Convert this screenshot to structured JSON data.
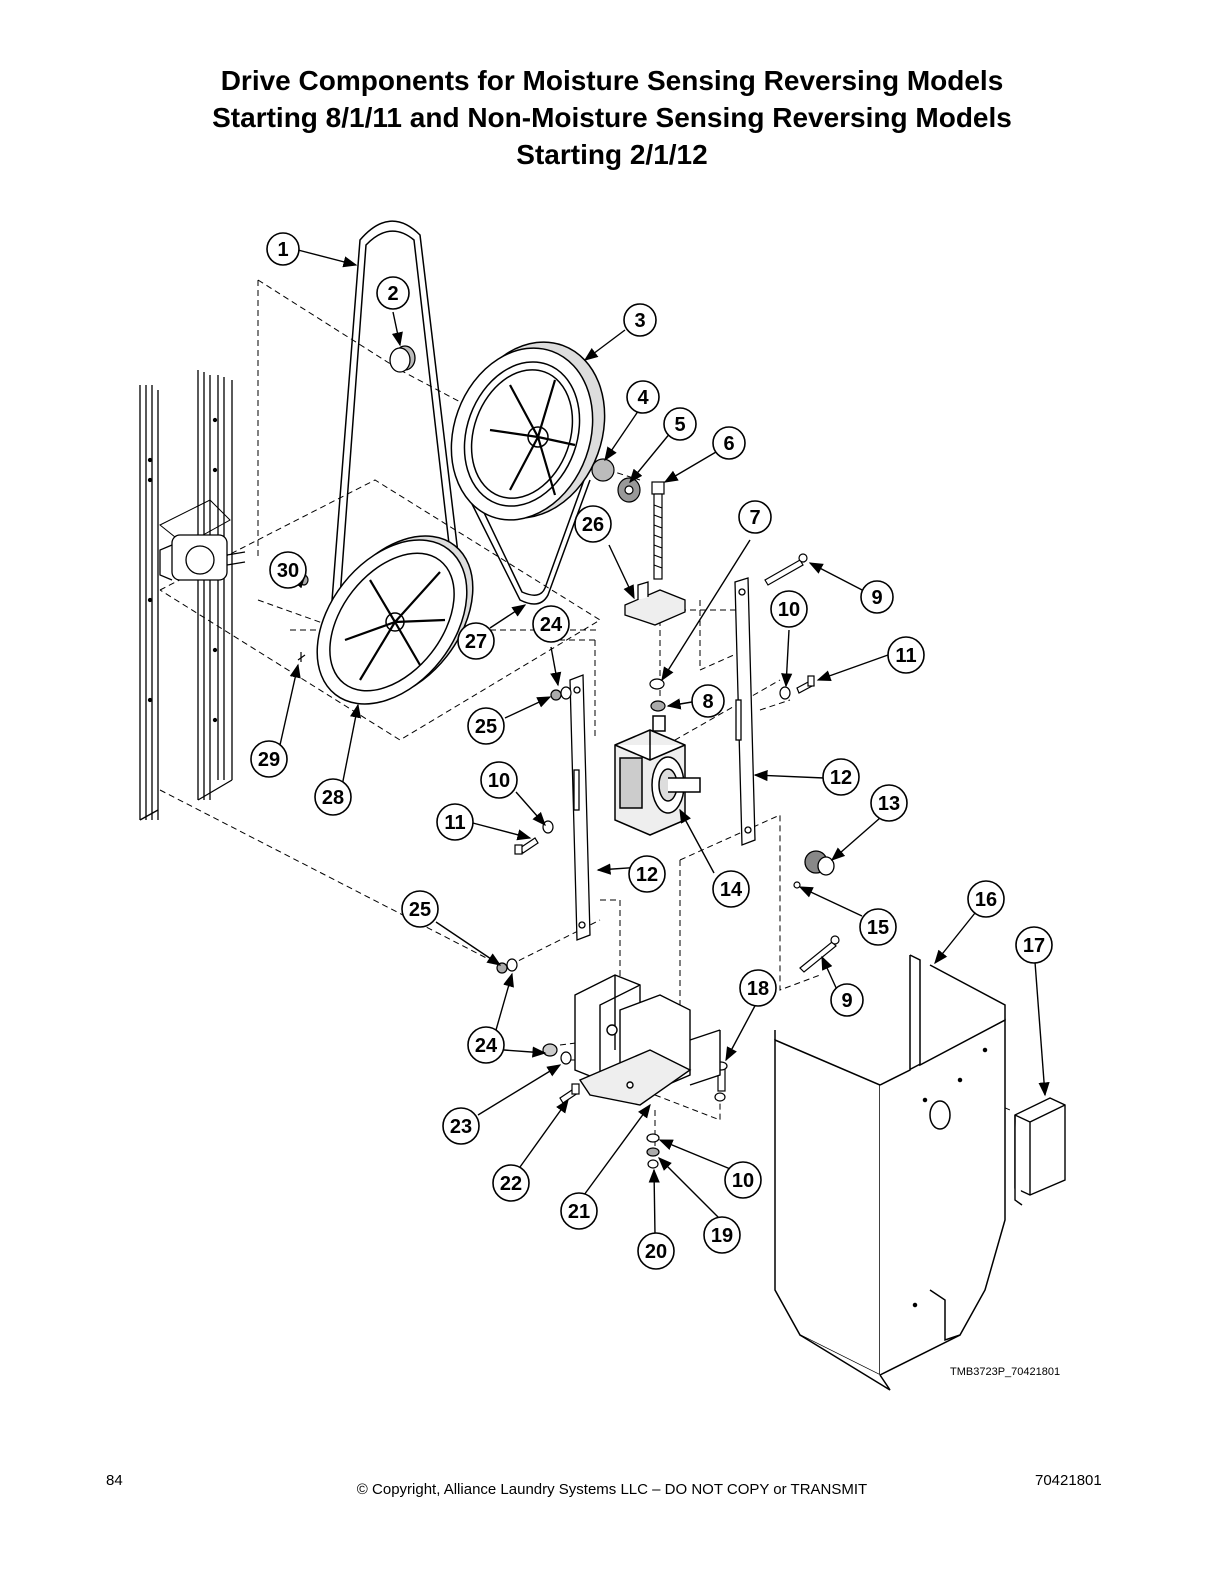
{
  "title_lines": [
    "Drive Components for Moisture Sensing Reversing Models",
    "Starting 8/1/11 and Non-Moisture Sensing Reversing Models",
    "Starting 2/1/12"
  ],
  "figure_id": "TMB3723P_70421801",
  "callouts": {
    "c1": "1",
    "c2": "2",
    "c3": "3",
    "c4": "4",
    "c5": "5",
    "c6": "6",
    "c7": "7",
    "c8": "8",
    "c9a": "9",
    "c9b": "9",
    "c10a": "10",
    "c10b": "10",
    "c10c": "10",
    "c11a": "11",
    "c11b": "11",
    "c12a": "12",
    "c12b": "12",
    "c13": "13",
    "c14": "14",
    "c15": "15",
    "c16": "16",
    "c17": "17",
    "c18": "18",
    "c19": "19",
    "c20": "20",
    "c21": "21",
    "c22": "22",
    "c23": "23",
    "c24a": "24",
    "c24b": "24",
    "c25a": "25",
    "c25b": "25",
    "c26": "26",
    "c27": "27",
    "c28": "28",
    "c29": "29",
    "c30": "30"
  },
  "footer": {
    "page_number": "84",
    "copyright": "© Copyright, Alliance Laundry Systems LLC – DO NOT COPY or TRANSMIT",
    "doc_number": "70421801"
  }
}
